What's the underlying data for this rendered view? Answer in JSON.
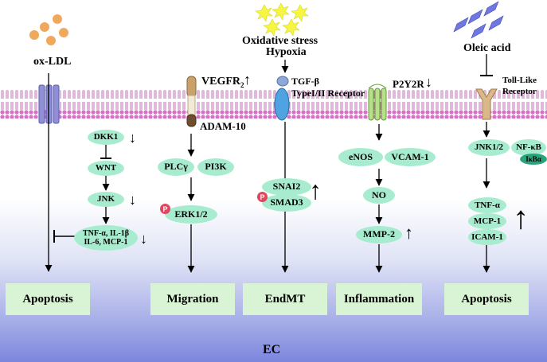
{
  "stimuli": {
    "ox_ldl": "ox-LDL",
    "oxidative_stress": "Oxidative stress",
    "hypoxia": "Hypoxia",
    "oleic_acid": "Oleic acid"
  },
  "receptors": {
    "vegfr2": "VEGFR",
    "vegfr2_sub": "2",
    "adam10": "ADAM-10",
    "tgf_beta": "TGF-β",
    "type_receptor": "TypeI/II Receptor",
    "p2y2r": "P2Y2R",
    "toll_like": "Toll-Like",
    "receptor_word": "Receptor"
  },
  "nodes": {
    "dkk1": "DKK1",
    "wnt": "WNT",
    "jnk": "JNK",
    "cytokines_line1": "TNF-α, IL-1β",
    "cytokines_line2": "IL-6, MCP-1",
    "plcy": "PLCγ",
    "pi3k": "PI3K",
    "erk": "ERK1/2",
    "snai2": "SNAI2",
    "smad3": "SMAD3",
    "enos": "eNOS",
    "vcam1": "VCAM-1",
    "no": "NO",
    "mmp2": "MMP-2",
    "jnk12": "JNK1/2",
    "nfkb": "NF-κB",
    "ikba": "IκBα",
    "tnfa": "TNF-α",
    "mcp1": "MCP-1",
    "icam1": "ICAM-1",
    "phospho": "P"
  },
  "indicators": {
    "up": "↑",
    "down": "↓"
  },
  "outcomes": {
    "apoptosis_left": "Apoptosis",
    "migration": "Migration",
    "endmt": "EndMT",
    "inflammation": "Inflammation",
    "apoptosis_right": "Apoptosis"
  },
  "footer": {
    "cell_label": "EC"
  },
  "colors": {
    "node_fill": "#a8ecd0",
    "node_dark_fill": "#2aa37a",
    "outcome_fill": "#d9f4d4",
    "membrane": "#d96fc8",
    "ldl_particle": "#f0a85a",
    "stress_particle": "#f5f542",
    "oleic_particle": "#6f78e0",
    "phospho_badge": "#e0475f"
  }
}
